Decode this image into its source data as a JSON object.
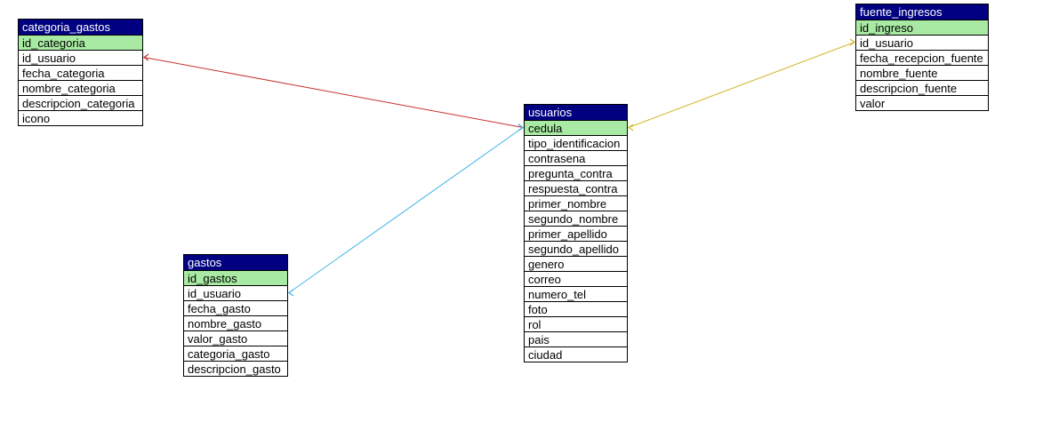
{
  "tables": {
    "categoria_gastos": {
      "title": "categoria_gastos",
      "pk": "id_categoria",
      "fields": [
        "id_usuario",
        "fecha_categoria",
        "nombre_categoria",
        "descripcion_categoria",
        "icono"
      ]
    },
    "fuente_ingresos": {
      "title": "fuente_ingresos",
      "pk": "id_ingreso",
      "fields": [
        "id_usuario",
        "fecha_recepcion_fuente",
        "nombre_fuente",
        "descripcion_fuente",
        "valor"
      ]
    },
    "usuarios": {
      "title": "usuarios",
      "pk": "cedula",
      "fields": [
        "tipo_identificacion",
        "contrasena",
        "pregunta_contra",
        "respuesta_contra",
        "primer_nombre",
        "segundo_nombre",
        "primer_apellido",
        "segundo_apellido",
        "genero",
        "correo",
        "numero_tel",
        "foto",
        "rol",
        "pais",
        "ciudad"
      ]
    },
    "gastos": {
      "title": "gastos",
      "pk": "id_gastos",
      "fields": [
        "id_usuario",
        "fecha_gasto",
        "nombre_gasto",
        "valor_gasto",
        "categoria_gasto",
        "descripcion_gasto"
      ]
    }
  },
  "relations": [
    {
      "from_table": "categoria_gastos",
      "from_field": "id_usuario",
      "to_table": "usuarios",
      "to_field": "cedula",
      "color": "#c83232"
    },
    {
      "from_table": "fuente_ingresos",
      "from_field": "id_usuario",
      "to_table": "usuarios",
      "to_field": "cedula",
      "color": "#d4b82a"
    },
    {
      "from_table": "gastos",
      "from_field": "id_usuario",
      "to_table": "usuarios",
      "to_field": "cedula",
      "color": "#3cb4e6"
    }
  ],
  "colors": {
    "header_bg": "#000080",
    "header_text": "#ffffff",
    "pk_bg": "#a8eaa3",
    "border": "#000000"
  }
}
